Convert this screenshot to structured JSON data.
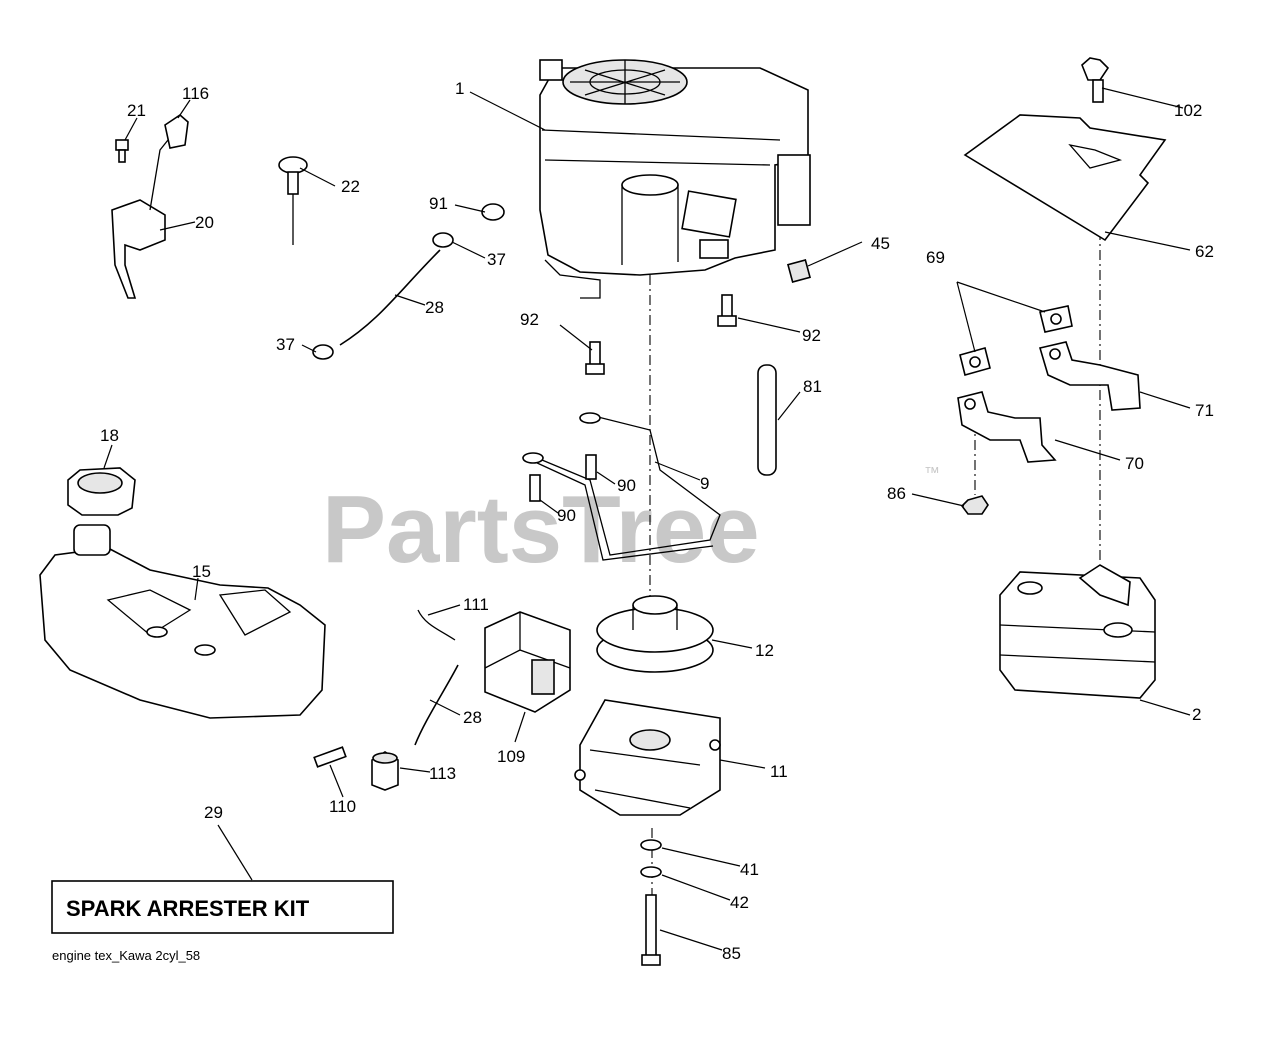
{
  "watermark": {
    "text": "PartsTree",
    "trademark": "™"
  },
  "callouts": {
    "c1": "1",
    "c2": "2",
    "c9": "9",
    "c11": "11",
    "c12": "12",
    "c15": "15",
    "c18": "18",
    "c20": "20",
    "c21": "21",
    "c22": "22",
    "c28a": "28",
    "c28b": "28",
    "c29": "29",
    "c37a": "37",
    "c37b": "37",
    "c41": "41",
    "c42": "42",
    "c45": "45",
    "c62": "62",
    "c69": "69",
    "c70": "70",
    "c71": "71",
    "c81": "81",
    "c85": "85",
    "c86": "86",
    "c90a": "90",
    "c90b": "90",
    "c91": "91",
    "c92a": "92",
    "c92b": "92",
    "c102": "102",
    "c109": "109",
    "c110": "110",
    "c111": "111",
    "c113": "113",
    "c116": "116"
  },
  "kit_label": "SPARK ARRESTER KIT",
  "footer_caption": "engine tex_Kawa 2cyl_58"
}
